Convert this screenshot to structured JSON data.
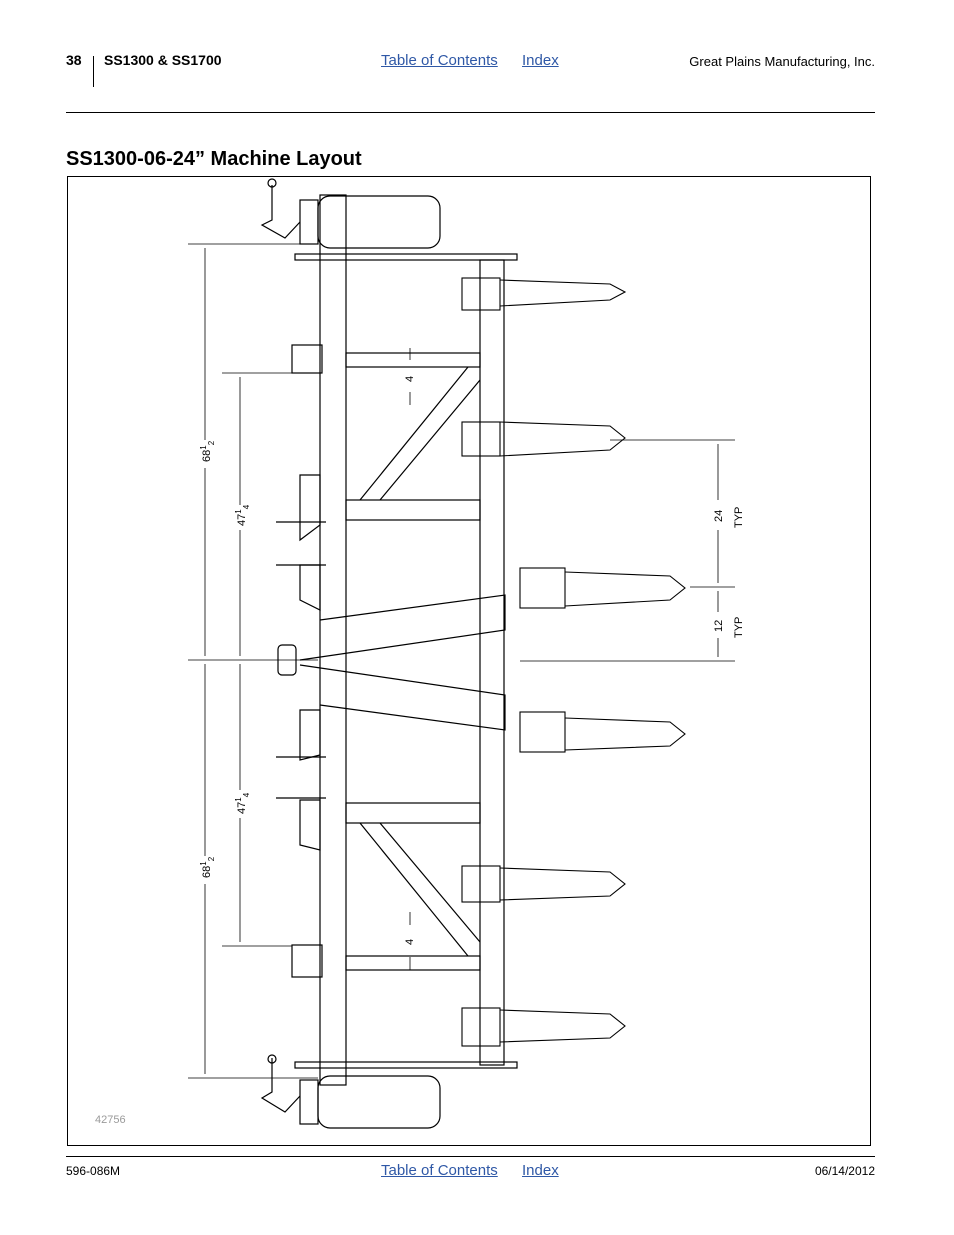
{
  "header": {
    "page_number": "38",
    "doc_title": "SS1300 & SS1700",
    "toc_link": "Table of Contents",
    "index_link": "Index",
    "company": "Great Plains Manufacturing, Inc."
  },
  "section": {
    "title": "SS1300-06-24” Machine Layout"
  },
  "figure": {
    "figure_number": "42756",
    "dimensions": {
      "outer_span_whole": "68",
      "outer_span_frac_num": "1",
      "outer_span_frac_den": "2",
      "inner_span_whole": "47",
      "inner_span_frac_num": "1",
      "inner_span_frac_den": "4",
      "offset": "4",
      "row_spacing": "24",
      "center_offset": "12",
      "typ": "TYP"
    }
  },
  "footer": {
    "part_number": "596-086M",
    "toc_link": "Table of Contents",
    "index_link": "Index",
    "date": "06/14/2012"
  }
}
